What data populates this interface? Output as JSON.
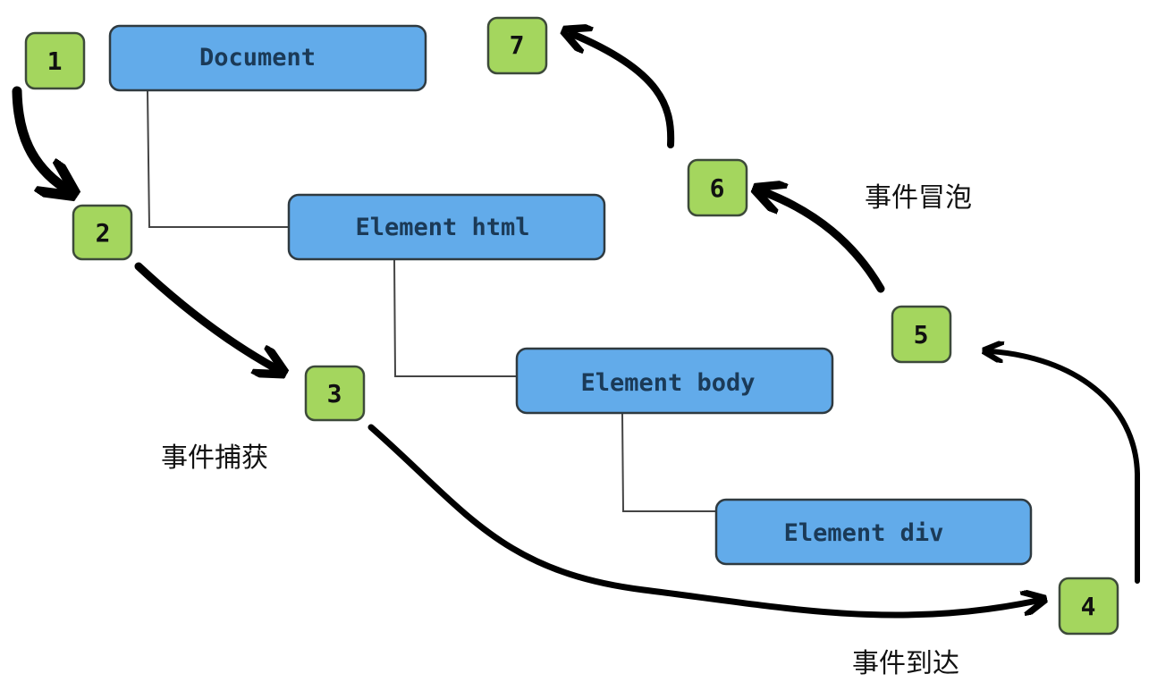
{
  "title": "DOM event flow: capture, target, bubble",
  "colors": {
    "node_fill": "#62abea",
    "node_stroke": "#2f3a40",
    "node_text": "#1b3a57",
    "step_fill": "#a4d65e",
    "step_stroke": "#3d4a3a",
    "arrow": "#000000",
    "connector": "#444444"
  },
  "nodes": [
    {
      "id": "document",
      "label": "Document"
    },
    {
      "id": "html",
      "label": "Element html"
    },
    {
      "id": "body",
      "label": "Element body"
    },
    {
      "id": "div",
      "label": "Element div"
    }
  ],
  "steps": [
    "1",
    "2",
    "3",
    "4",
    "5",
    "6",
    "7"
  ],
  "phases": {
    "capture": "事件捕获",
    "target": "事件到达",
    "bubble": "事件冒泡"
  }
}
